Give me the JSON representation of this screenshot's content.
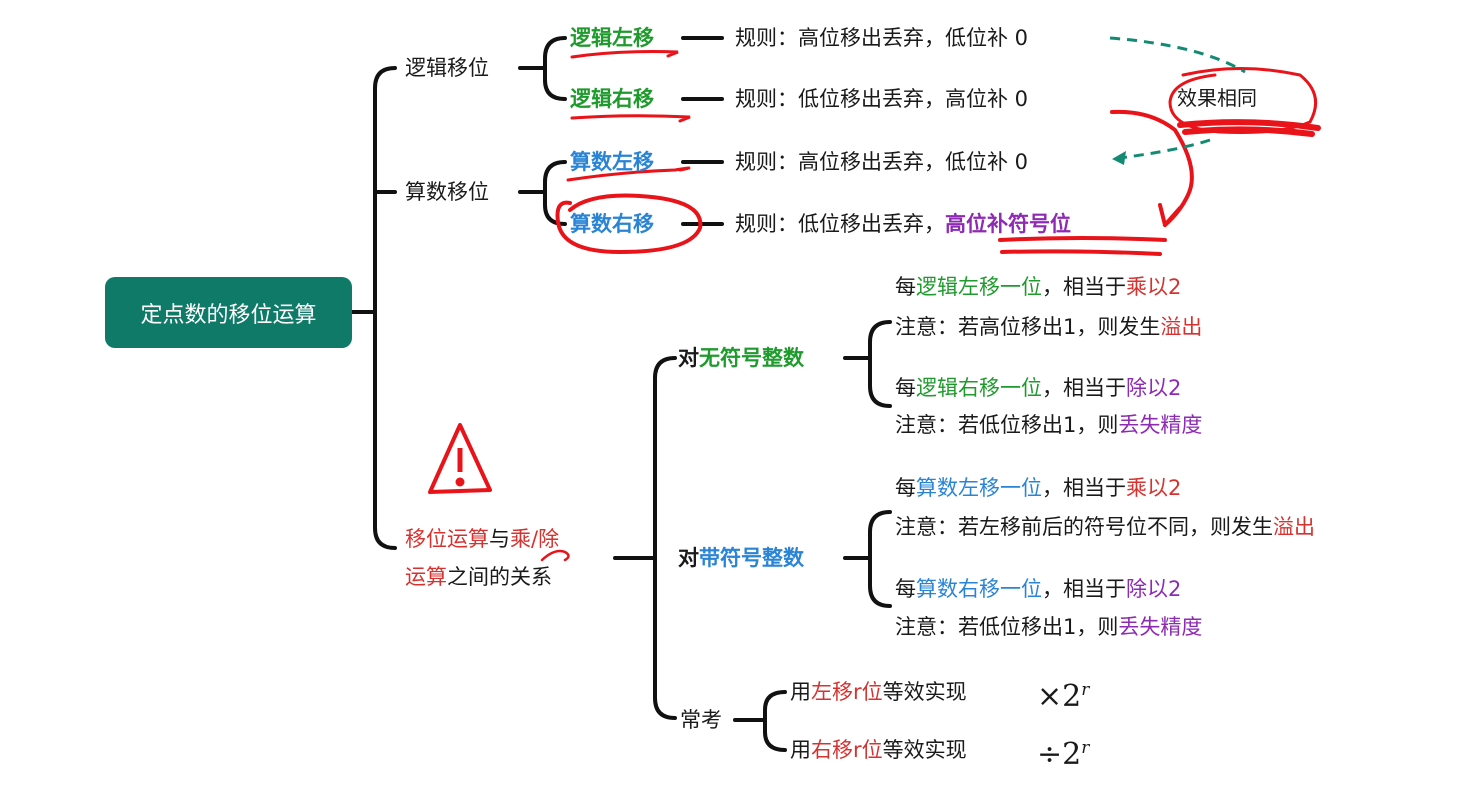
{
  "root": "定点数的移位运算",
  "branches": {
    "logical": {
      "label": "逻辑移位",
      "left": {
        "label": "逻辑左移",
        "rule_prefix": "规则：高位移出丢弃，低位补 0"
      },
      "right": {
        "label": "逻辑右移",
        "rule_prefix": "规则：低位移出丢弃，高位补 0"
      }
    },
    "arith": {
      "label": "算数移位",
      "left": {
        "label": "算数左移",
        "rule_prefix": "规则：高位移出丢弃，低位补 0"
      },
      "right": {
        "label": "算数右移",
        "rule_prefix": "规则：低位移出丢弃，",
        "rule_highlight": "高位补符号位"
      }
    },
    "relation": {
      "line1": [
        "移位运算",
        "与",
        "乘/除"
      ],
      "line2": [
        "运算",
        "之间的关系"
      ]
    }
  },
  "unsigned": {
    "label_prefix": "对",
    "label_highlight": "无符号整数",
    "items": [
      [
        "每",
        "逻辑左移一位",
        "，相当于",
        "乘以2"
      ],
      [
        "注意：若高位移出1，则发生",
        "溢出"
      ],
      [
        "每",
        "逻辑右移一位",
        "，相当于",
        "除以2"
      ],
      [
        "注意：若低位移出1，则",
        "丢失精度"
      ]
    ]
  },
  "signed": {
    "label_prefix": "对",
    "label_highlight": "带符号整数",
    "items": [
      [
        "每",
        "算数左移一位",
        "，相当于",
        "乘以2"
      ],
      [
        "注意：若左移前后的符号位不同，则发生",
        "溢出"
      ],
      [
        "每",
        "算数右移一位",
        "，相当于",
        "除以2"
      ],
      [
        "注意：若低位移出1，则",
        "丢失精度"
      ]
    ]
  },
  "common": {
    "label": "常考",
    "items": [
      {
        "pre": "用",
        "hl": "左移r位",
        "post": "等效实现",
        "op": "×2",
        "exp": "r"
      },
      {
        "pre": "用",
        "hl": "右移r位",
        "post": "等效实现",
        "op": "÷2",
        "exp": "r"
      }
    ]
  },
  "annotations": {
    "same_effect": "效果相同"
  },
  "colors": {
    "node": "#0f7a68",
    "logical": "#1f9a2c",
    "arith": "#2a84d6",
    "red": "#d6322f",
    "purple": "#8e2bb3",
    "ink": "#e8141a",
    "dashed": "#138a72"
  }
}
